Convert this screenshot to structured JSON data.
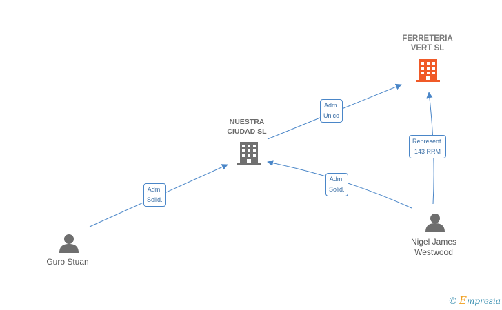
{
  "nodes": {
    "ferreteria": {
      "line1": "FERRETERIA",
      "line2": "VERT  SL"
    },
    "nuestra": {
      "line1": "NUESTRA",
      "line2": "CIUDAD  SL"
    },
    "guro": {
      "name": "Guro Stuan"
    },
    "nigel": {
      "line1": "Nigel James",
      "line2": "Westwood"
    }
  },
  "edges": {
    "nuestra_to_ferreteria": {
      "line1": "Adm.",
      "line2": "Unico"
    },
    "guro_to_nuestra": {
      "line1": "Adm.",
      "line2": "Solid."
    },
    "nigel_to_nuestra": {
      "line1": "Adm.",
      "line2": "Solid."
    },
    "nigel_to_ferreteria": {
      "line1": "Represent.",
      "line2": "143 RRM"
    }
  },
  "footer": {
    "copyright_symbol": "©",
    "brand_initial": "E",
    "brand_rest": "mpresia"
  },
  "colors": {
    "edge": "#4a86c8",
    "main_company_icon": "#f05a28",
    "company_icon": "#707070",
    "person_icon": "#6e6e6e"
  }
}
